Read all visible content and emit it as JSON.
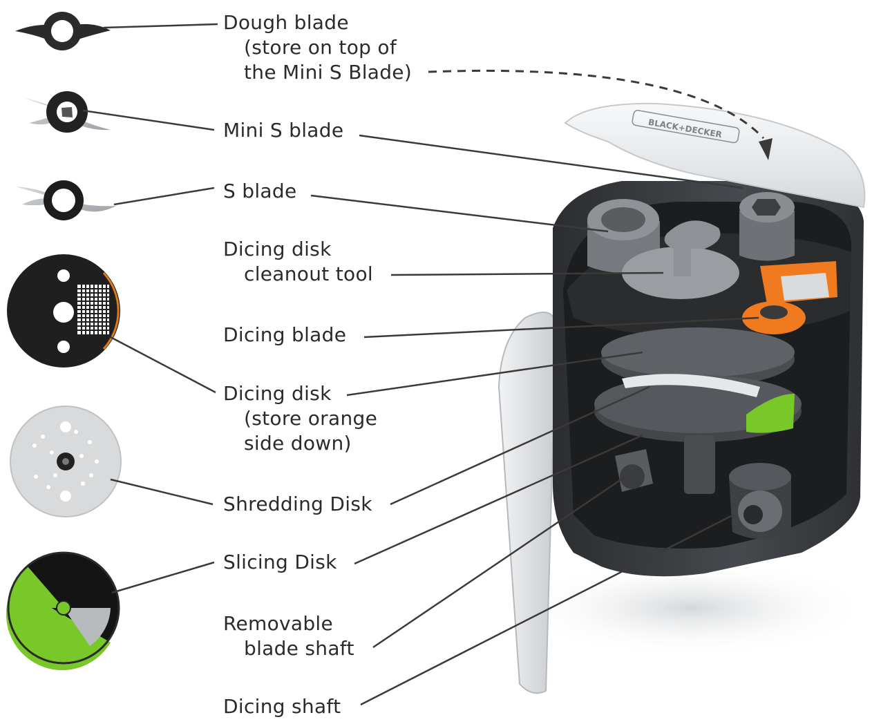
{
  "brand": "BLACK+DECKER",
  "colors": {
    "line": "#3a3a3a",
    "appliance_body": "#3a3c3f",
    "appliance_dark": "#1e1f21",
    "part_gray": "#8c8f93",
    "accent_orange": "#f07a1f",
    "accent_green": "#79c82a",
    "lid_clear": "#eef0f2"
  },
  "labels": {
    "dough_blade": [
      "Dough blade",
      "(store on top of",
      "the Mini S Blade)"
    ],
    "mini_s_blade": [
      "Mini S blade"
    ],
    "s_blade": [
      "S blade"
    ],
    "dicing_disk_cleanout_tool": [
      "Dicing disk",
      "cleanout tool"
    ],
    "dicing_blade": [
      "Dicing blade"
    ],
    "dicing_disk": [
      "Dicing disk",
      "(store orange",
      "side down)"
    ],
    "shredding_disk": [
      "Shredding Disk"
    ],
    "slicing_disk": [
      "Slicing Disk"
    ],
    "removable_blade_shaft": [
      "Removable",
      "blade shaft"
    ],
    "dicing_shaft": [
      "Dicing shaft"
    ]
  }
}
